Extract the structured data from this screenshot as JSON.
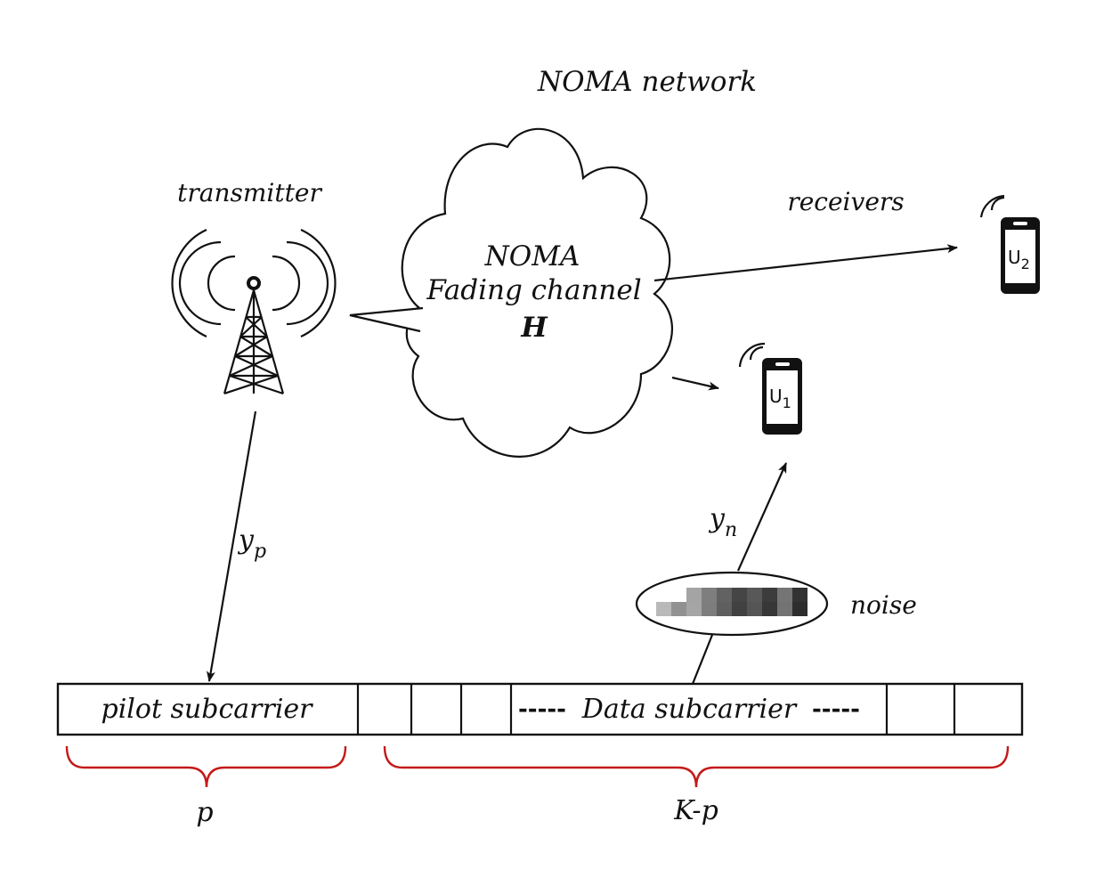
{
  "title": "NOMA network",
  "transmitter_label": "transmitter",
  "receivers_label": "receivers",
  "channel": {
    "line1": "NOMA",
    "line2": "Fading channel",
    "symbol": "H"
  },
  "users": [
    {
      "id": "u1",
      "letter": "U",
      "sub": "1"
    },
    {
      "id": "u2",
      "letter": "U",
      "sub": "2"
    }
  ],
  "signals": {
    "pilot": {
      "base": "y",
      "sub": "p"
    },
    "data": {
      "base": "y",
      "sub": "n"
    }
  },
  "noise_label": "noise",
  "noise_cells": [
    0.25,
    0.45,
    0.35,
    0.55,
    0.7,
    0.85,
    0.75,
    0.9,
    0.6,
    0.95
  ],
  "subcarrier": {
    "pilot_label": "pilot subcarrier",
    "data_label": "Data subcarrier",
    "dash_left": "-----",
    "dash_right": "-----"
  },
  "braces": {
    "pilot_count": "p",
    "data_count": "K-p"
  },
  "colors": {
    "ink": "#111111",
    "brace": "#c41a1a"
  }
}
